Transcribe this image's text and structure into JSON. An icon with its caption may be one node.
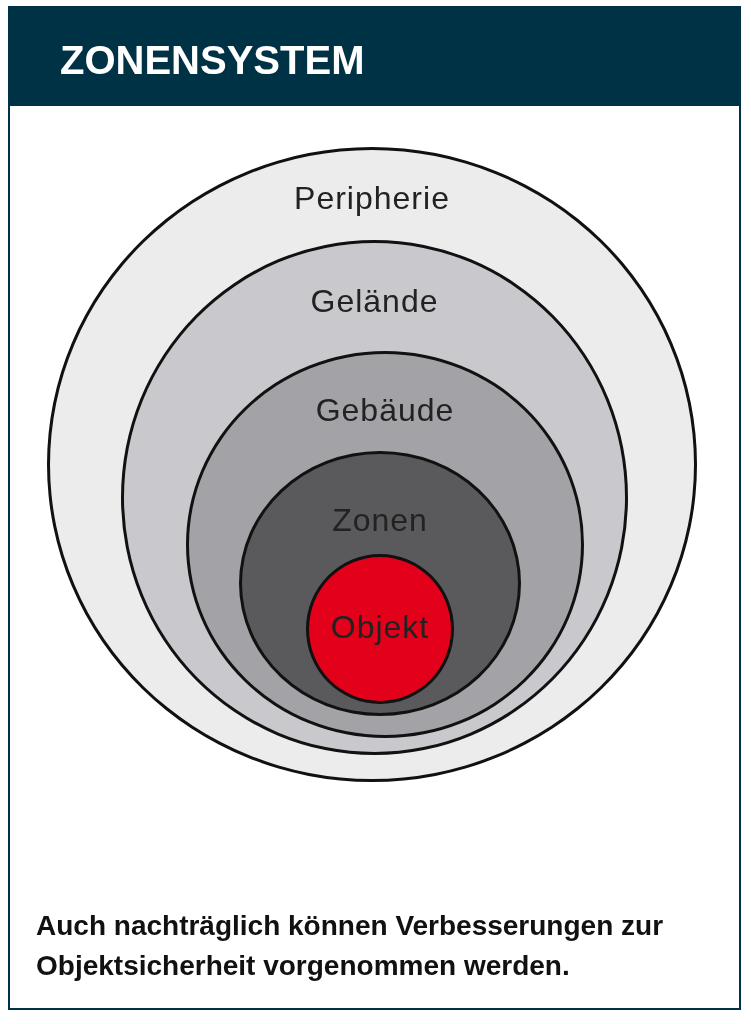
{
  "diagram": {
    "title": "ZONENSYSTEM",
    "caption": "Auch nachträglich können Verbesserungen zur Objektsicherheit vorgenommen werden.",
    "nodes": [
      {
        "text": [
          "Peripherie"
        ]
      },
      {
        "text": [
          "Gelände"
        ],
        "in": 0
      },
      {
        "text": [
          "Gebäude"
        ],
        "in": 1
      },
      {
        "text": [
          "Zonen"
        ],
        "in": 2
      },
      {
        "text": [
          "Objekt"
        ],
        "in": 3
      }
    ]
  }
}
